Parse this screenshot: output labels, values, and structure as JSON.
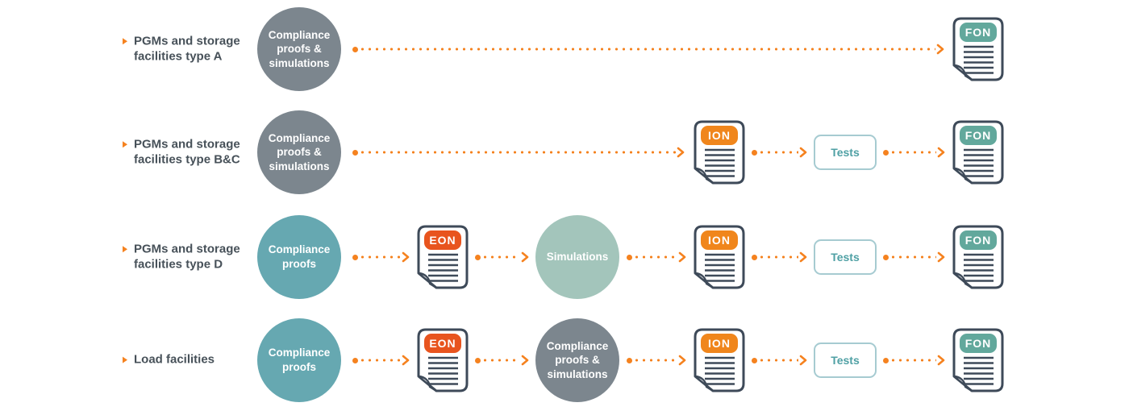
{
  "diagram": {
    "type": "process-flow",
    "background": "#ffffff"
  },
  "colors": {
    "label_text": "#475159",
    "bullet_orange": "#F5821F",
    "arrow_orange": "#F5821F",
    "circle_gray": "#7C868E",
    "circle_teal": "#66A8B1",
    "circle_sage": "#A3C5BB",
    "doc_outline": "#3E4A59",
    "badge_eon": "#E8541E",
    "badge_ion": "#F0861C",
    "badge_fon": "#62A89C",
    "tests_border": "#A6CBD1",
    "tests_text": "#4FA0A4"
  },
  "rows": [
    {
      "label": "PGMs and storage facilities type A",
      "start_circle": "Compliance proofs & simulations",
      "fon": "FON"
    },
    {
      "label": "PGMs and storage facilities type B&C",
      "start_circle": "Compliance proofs & simulations",
      "ion": "ION",
      "tests": "Tests",
      "fon": "FON"
    },
    {
      "label": "PGMs and storage facilities type D",
      "start_circle": "Compliance proofs",
      "eon": "EON",
      "mid_circle": "Simulations",
      "ion": "ION",
      "tests": "Tests",
      "fon": "FON"
    },
    {
      "label": "Load facilities",
      "start_circle": "Compliance proofs",
      "eon": "EON",
      "mid_circle": "Compliance proofs & simulations",
      "ion": "ION",
      "tests": "Tests",
      "fon": "FON"
    }
  ]
}
